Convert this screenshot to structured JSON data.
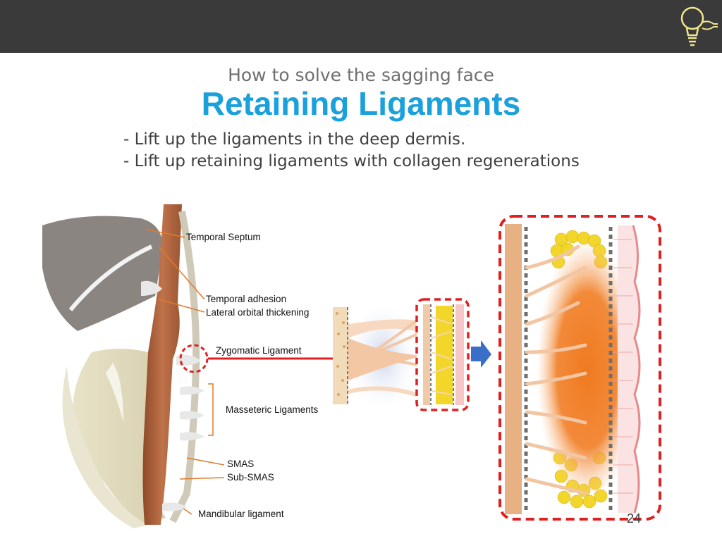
{
  "header": {
    "icon": "lightbulb-icon",
    "bar_color": "#3a3a3a",
    "icon_color": "#f0e68c"
  },
  "slide": {
    "subtitle": "How to solve the sagging face",
    "title": "Retaining Ligaments",
    "title_color": "#1aa1dc",
    "bullets": [
      "- Lift up the ligaments in the deep dermis.",
      "- Lift up retaining ligaments with collagen regenerations"
    ]
  },
  "anatomy_labels": {
    "temporal_septum": "Temporal Septum",
    "temporal_adhesion": "Temporal adhesion",
    "lateral_orbital": "Lateral orbital thickening",
    "zygomatic": "Zygomatic Ligament",
    "masseteric": "Masseteric Ligaments",
    "smas": "SMAS",
    "sub_smas": "Sub-SMAS",
    "mandibular": "Mandibular ligament"
  },
  "accent_colors": {
    "highlight_dash": "#e02020",
    "arrow_blue": "#3a6fc8",
    "collagen_orange": "#f07a20",
    "fat_yellow": "#f3d62a"
  },
  "footer": {
    "page_number": "24"
  }
}
